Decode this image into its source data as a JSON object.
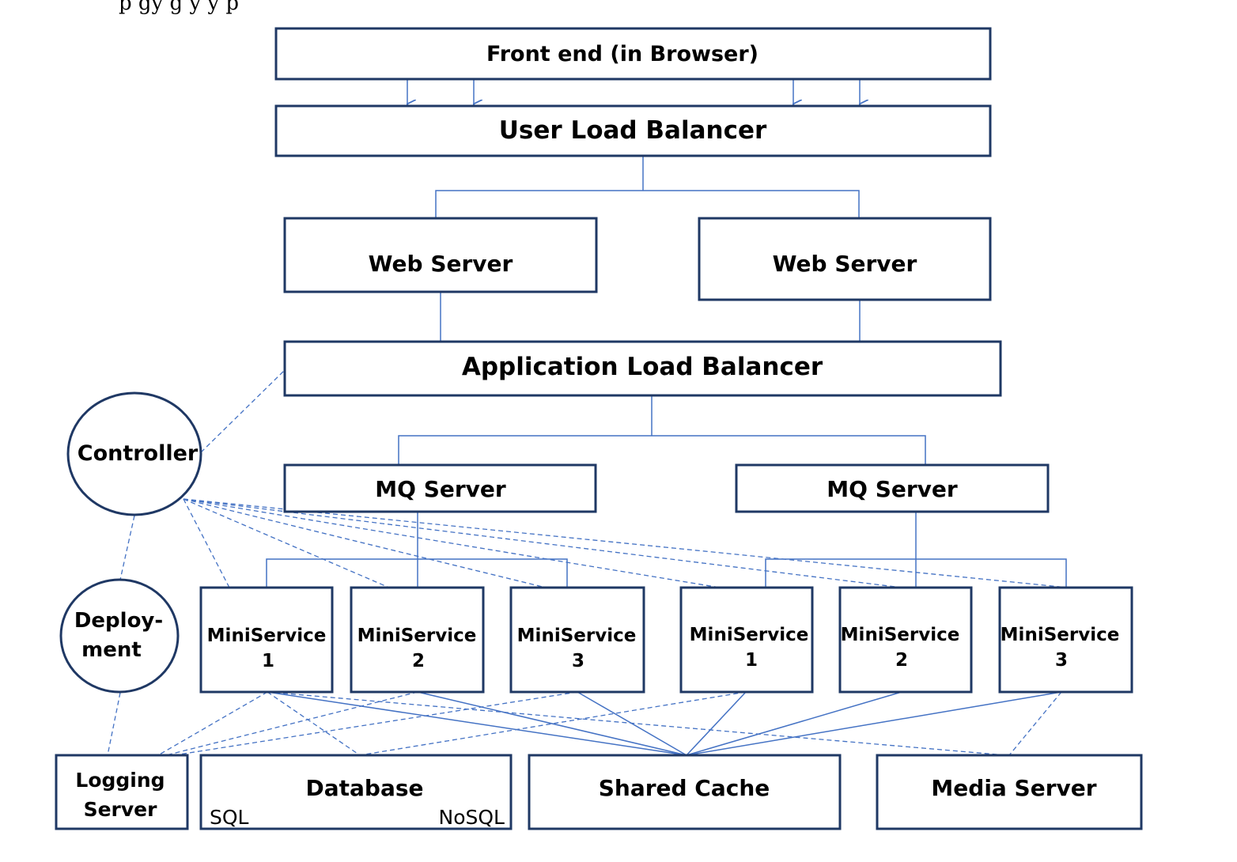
{
  "caption_fragment": "p                                              gy    g  y            y             p",
  "nodes": {
    "front_end": "Front end (in Browser)",
    "user_load_balancer": "User Load Balancer",
    "web_server_1": "Web Server",
    "web_server_2": "Web Server",
    "application_load_balancer": "Application Load Balancer",
    "controller": "Controller",
    "deployment": {
      "line1": "Deploy-",
      "line2": "ment"
    },
    "mq_server_1": "MQ Server",
    "mq_server_2": "MQ Server",
    "miniservices": [
      {
        "name": "MiniService",
        "num": "1"
      },
      {
        "name": "MiniService",
        "num": "2"
      },
      {
        "name": "MiniService",
        "num": "3"
      },
      {
        "name": "MiniService",
        "num": "1"
      },
      {
        "name": "MiniService",
        "num": "2"
      },
      {
        "name": "MiniService",
        "num": "3"
      }
    ],
    "logging_server": {
      "line1": "Logging",
      "line2": "Server"
    },
    "database": {
      "title": "Database",
      "sql": "SQL",
      "nosql": "NoSQL"
    },
    "shared_cache": "Shared Cache",
    "media_server": "Media Server"
  },
  "colors": {
    "box_border": "#1f3864",
    "line": "#4472c4",
    "text": "#000000"
  }
}
